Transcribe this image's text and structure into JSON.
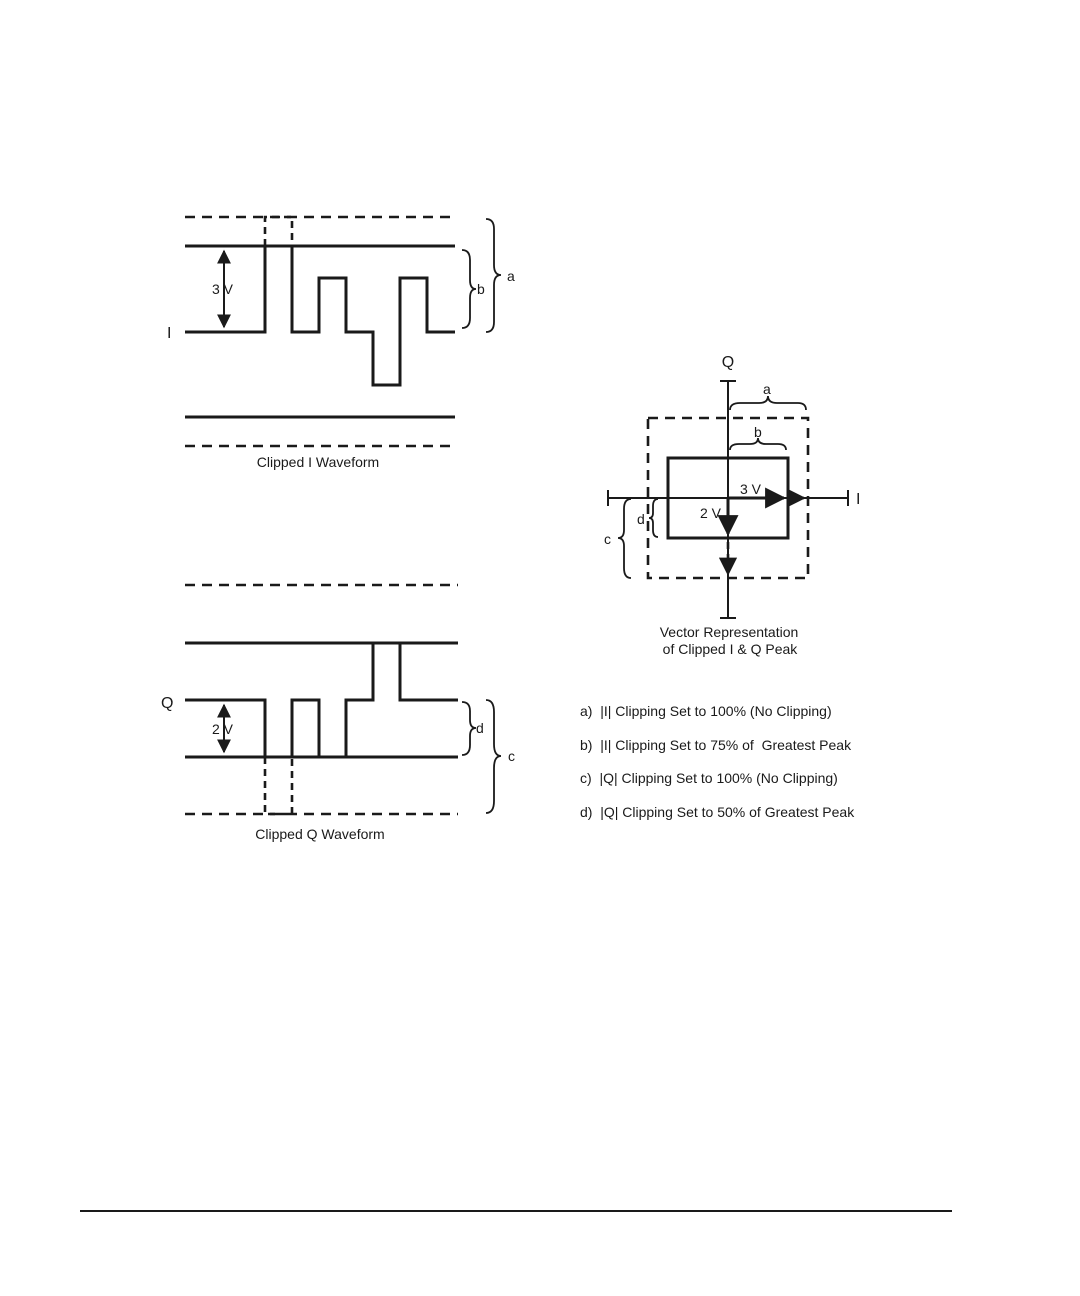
{
  "i_waveform": {
    "axis_label": "I",
    "voltage_label": "3 V",
    "caption": "Clipped I Waveform",
    "brace_labels": [
      "b",
      "a"
    ]
  },
  "q_waveform": {
    "axis_label": "Q",
    "voltage_label": "2 V",
    "caption": "Clipped Q Waveform",
    "brace_labels": [
      "d",
      "c"
    ]
  },
  "vector": {
    "q_axis_label": "Q",
    "i_axis_label": "I",
    "i_voltage_label": "3 V",
    "q_voltage_label": "2 V",
    "brace_labels": [
      "a",
      "b",
      "c",
      "d"
    ],
    "caption_line1": "Vector Representation",
    "caption_line2": "of Clipped I & Q Peak"
  },
  "legend": [
    "a)  |I| Clipping Set to 100% (No Clipping)",
    "b)  |I| Clipping Set to 75% of  Greatest Peak",
    "c)  |Q| Clipping Set to 100% (No Clipping)",
    "d)  |Q| Clipping Set to 50% of Greatest Peak"
  ],
  "colors": {
    "ink": "#1a1a1a",
    "background": "#ffffff"
  }
}
